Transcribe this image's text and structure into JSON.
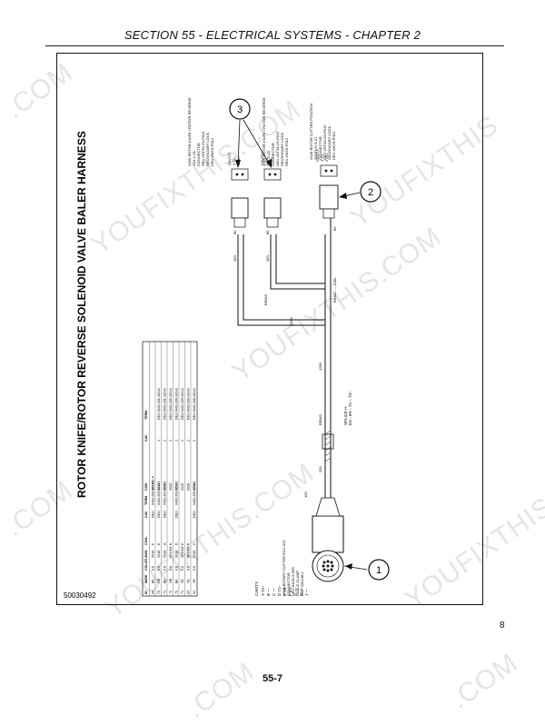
{
  "header": {
    "section_title": "SECTION 55 - ELECTRICAL SYSTEMS - CHAPTER 2"
  },
  "diagram": {
    "title": "ROTOR KNIFE/ROTOR REVERSE SOLENOID VALVE BALER HARNESS",
    "part_number": "50030492",
    "callouts": [
      "1",
      "2",
      "3"
    ],
    "cavity_list": {
      "header": "CAVITY",
      "rows": [
        "A  72–",
        "B  —",
        "C  —",
        "D  71–",
        "E  74–",
        "F  64–",
        "G  —",
        "H  —",
        "J  —"
      ]
    },
    "connector_labels": {
      "main": [
        "X018 ROTARY CUTTER ECU-012",
        "CONNECTOR",
        "DEU HD16-9-96S",
        "CABLE CLAMP",
        "AMP 206138-1"
      ],
      "x025": [
        "X025 ROTOR KNIFE / ROTOR REVERSE",
        "SOL L-01",
        "CONNECTOR",
        "DEU #DT06-2S-P012",
        "SECONDARY LOCK",
        "DEU #W2S-P012"
      ],
      "x026": [
        "X026 ROTOR KNIFE / ROTOR REVERSE",
        "SOL L-02",
        "CONNECTOR",
        "DEU #DT06-2S-P012",
        "SECONDARY LOCK",
        "DEU #W2S-P012"
      ],
      "x028": [
        "X028 ROTOR CUTTER POSITION",
        "SWITCH S-37",
        "CONNECTOR",
        "DEU #DT06-2S-P012",
        "SECONDARY LOCK",
        "DEU #W2S-P012"
      ]
    },
    "cavity_small": {
      "x025": [
        "CAVITY",
        "1  72–",
        "2  71–"
      ],
      "x026": [
        "CAVITY",
        "1  74–",
        "2  73–"
      ],
      "x028": [
        "CAVITY",
        "1  70–",
        "2  69–"
      ]
    },
    "splice": [
      "SPLICE H",
      "64–, 69–, 71–, 73–"
    ],
    "dims": {
      "d80a": "80",
      "d80b": "80",
      "d80c": "80",
      "d150a": "150",
      "d150b": "150",
      "d200": "200",
      "d130": "130",
      "d2550": "2550",
      "d1260": "1260",
      "d1500": "BRAID — 1500",
      "braid1": "BRAID",
      "braid2": "BRAID"
    },
    "wire_table": {
      "headers": [
        "ID",
        "WIRE",
        "COLOR",
        "AWG",
        "CON–",
        "CAV",
        "TERM",
        "CON",
        "CAV",
        "TERM"
      ],
      "rows": [
        [
          "69",
          "BK",
          "0.8",
          "X018",
          "F",
          "DEU",
          "0462-209-16141",
          "SPLICE H",
          "",
          ""
        ],
        [
          "70",
          "OR",
          "0.8",
          "X018",
          "E",
          "DEU",
          "0462-209-16141",
          "X025",
          "1",
          "DEU 0462-201-16141"
        ],
        [
          "71",
          "BK",
          "0.8",
          "X018",
          "A",
          "DEU",
          "0462-201-16141",
          "X025",
          "2",
          "DEU 0462-201-16141"
        ],
        [
          "72",
          "OR",
          "0.8",
          "SPLICE H",
          "",
          "",
          "",
          "X026",
          "2",
          "DEU 0462-209-16141"
        ],
        [
          "73",
          "BK",
          "0.8",
          "X018",
          "D",
          "DEU",
          "0462-209-16141",
          "X026",
          "1",
          "DEU 0462-209-16141"
        ],
        [
          "74",
          "YE",
          "0.8",
          "SPLICE H",
          "",
          "",
          "",
          "X026",
          "1",
          "DEU 0462-209-16141"
        ],
        [
          "64",
          "YE",
          "0.8",
          "SPLICE H",
          "",
          "",
          "",
          "X028",
          "2",
          "DEU 0462-209-16141"
        ],
        [
          "64",
          "YE",
          "0.8",
          "X018",
          "H",
          "DEU",
          "0462-209-16141",
          "X028",
          "1",
          "DEU 0462-209-16141"
        ]
      ]
    }
  },
  "watermark": {
    "text_a": "YOUFIXTHIS.COM",
    "text_b": "YOUFIXTHIS",
    "text_c": ".COM"
  },
  "page": {
    "number": "8",
    "footer": "55-7"
  }
}
